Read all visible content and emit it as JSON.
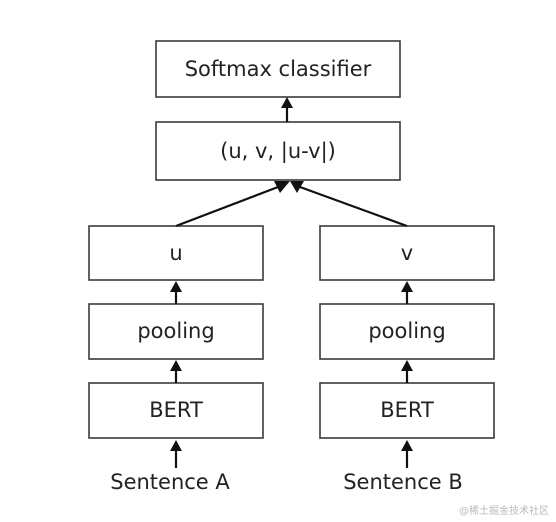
{
  "boxes": {
    "softmax": "Softmax classifier",
    "concat": "(u, v, |u-v|)",
    "u": "u",
    "v": "v",
    "pooling_a": "pooling",
    "pooling_b": "pooling",
    "bert_a": "BERT",
    "bert_b": "BERT"
  },
  "inputs": {
    "sentence_a": "Sentence A",
    "sentence_b": "Sentence B"
  },
  "watermark": "@稀土掘金技术社区"
}
